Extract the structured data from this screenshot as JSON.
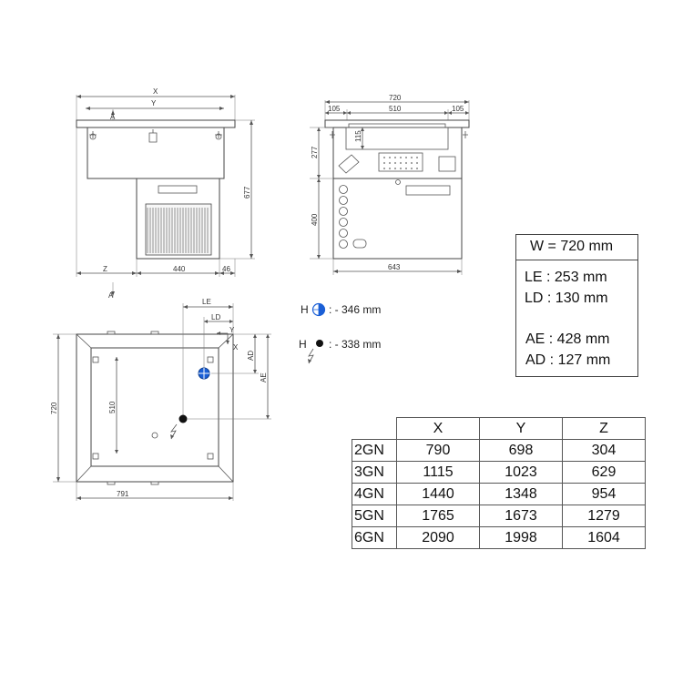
{
  "front_view": {
    "x_label": "X",
    "y_label": "Y",
    "section_a_top": "A",
    "section_a_bottom": "A",
    "z_label": "Z",
    "width_440": "440",
    "width_46": "46",
    "height_677": "677"
  },
  "side_view": {
    "width_720": "720",
    "left_105": "105",
    "middle_510": "510",
    "right_105": "105",
    "height_115": "115",
    "height_277": "277",
    "height_400": "400",
    "width_643": "643"
  },
  "top_view": {
    "le_label": "LE",
    "ld_label": "LD",
    "y_label": "Y",
    "x_label": "X",
    "ad_label": "AD",
    "ae_label": "AE",
    "depth_720": "720",
    "inner_510": "510",
    "width_791": "791"
  },
  "legend": {
    "drain_label": "H",
    "drain_value": ": - 346 mm",
    "power_label": "H",
    "power_value": ": - 338 mm",
    "drain_color": "#1a5fd6"
  },
  "summary": {
    "w": "W = 720 mm",
    "le": "LE : 253 mm",
    "ld": "LD : 130 mm",
    "ae": "AE :  428 mm",
    "ad": "AD :  127 mm"
  },
  "dimension_table": {
    "headers": [
      "X",
      "Y",
      "Z"
    ],
    "rows": [
      {
        "name": "2GN",
        "x": "790",
        "y": "698",
        "z": "304"
      },
      {
        "name": "3GN",
        "x": "1115",
        "y": "1023",
        "z": "629"
      },
      {
        "name": "4GN",
        "x": "1440",
        "y": "1348",
        "z": "954"
      },
      {
        "name": "5GN",
        "x": "1765",
        "y": "1673",
        "z": "1279"
      },
      {
        "name": "6GN",
        "x": "2090",
        "y": "1998",
        "z": "1604"
      }
    ]
  }
}
